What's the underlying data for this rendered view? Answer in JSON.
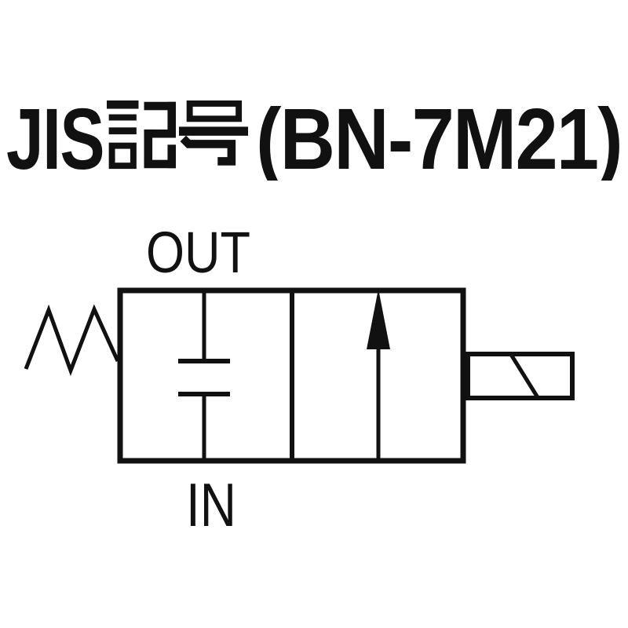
{
  "page": {
    "background": "#ffffff"
  },
  "title": {
    "full": "JIS記号(BN-7M21)",
    "latin_prefix": "JIS",
    "kanji": "記号",
    "suffix": "(BN-7M21)",
    "color": "#111111"
  },
  "diagram": {
    "top_port_label": "OUT",
    "bottom_port_label": "IN",
    "line_color": "#111111",
    "symbol_parts": {
      "spring": "spring-return",
      "left_chamber": "closed-position-blocked-ports",
      "right_chamber": "open-position-flow-path",
      "actuator": "solenoid"
    }
  }
}
